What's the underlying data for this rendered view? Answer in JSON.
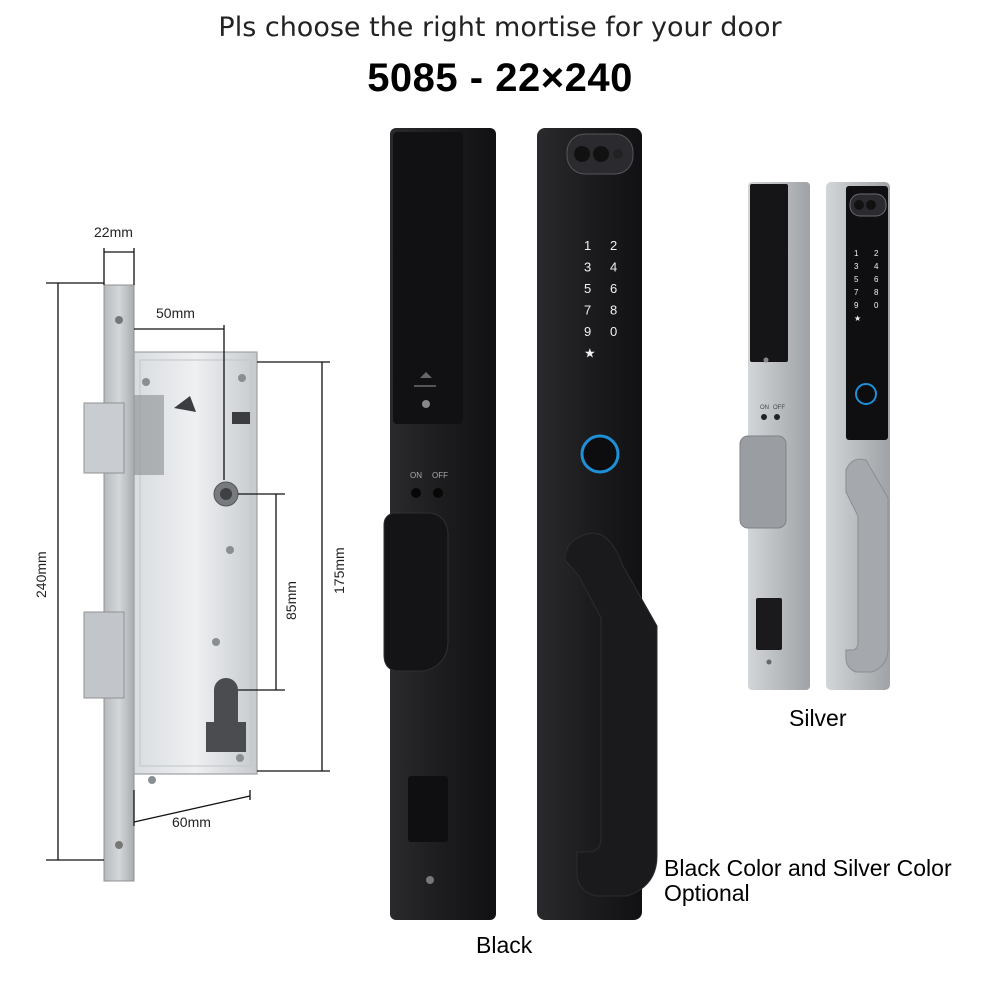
{
  "header": {
    "headline": "Pls choose the right mortise for your door",
    "model": "5085 - 22×240"
  },
  "mortise": {
    "dims": {
      "faceplate_width": "22mm",
      "backset": "50mm",
      "length": "240mm",
      "case_height": "175mm",
      "center_distance": "85mm",
      "case_depth": "60mm"
    }
  },
  "keypad": {
    "keys": [
      "1",
      "2",
      "3",
      "4",
      "5",
      "6",
      "7",
      "8",
      "9",
      "0",
      "★"
    ],
    "switch_on": "ON",
    "switch_off": "OFF"
  },
  "variants": {
    "black_label": "Black",
    "silver_label": "Silver",
    "note_line1": "Black Color and Silver Color",
    "note_line2": "Optional"
  },
  "colors": {
    "black_body": "#1c1c1e",
    "silver_body": "#b9bcbf",
    "fingerprint_ring": "#1e90d6",
    "keypad_text": "#f2f2f2"
  }
}
